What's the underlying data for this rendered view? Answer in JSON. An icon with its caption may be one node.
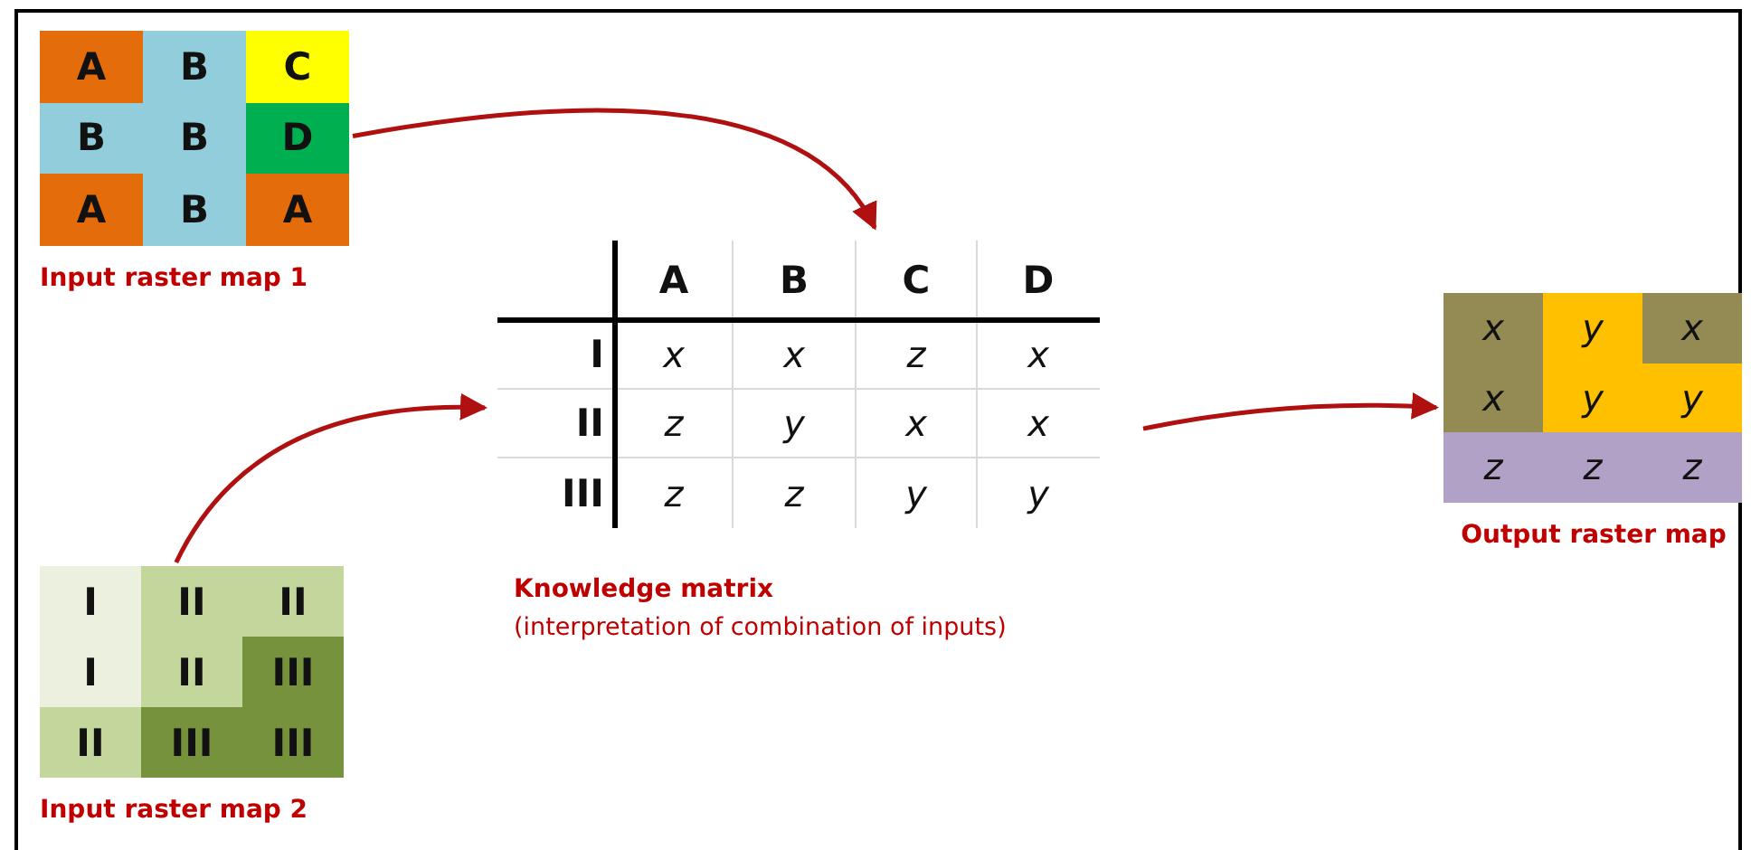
{
  "diagram": {
    "nodes": [
      {
        "text": [
          "A",
          "B",
          "C",
          "B",
          "B",
          "D",
          "A",
          "B",
          "A",
          "Input raster map 1"
        ]
      },
      {
        "text": [
          "I",
          "II",
          "II",
          "I",
          "II",
          "III",
          "II",
          "III",
          "III",
          "Input raster map 2"
        ]
      },
      {
        "text": [
          "A",
          "B",
          "C",
          "D",
          "I",
          "x",
          "x",
          "z",
          "x",
          "II",
          "z",
          "y",
          "x",
          "x",
          "III",
          "z",
          "z",
          "y",
          "y",
          "Knowledge matrix",
          "(interpretation of combination of inputs)"
        ]
      },
      {
        "text": [
          "x",
          "y",
          "x",
          "x",
          "y",
          "y",
          "z",
          "z",
          "z",
          "Output raster map"
        ]
      }
    ],
    "edges": [
      {
        "from": 0,
        "to": 2,
        "arrow": "to"
      },
      {
        "from": 1,
        "to": 2,
        "arrow": "to"
      },
      {
        "from": 2,
        "to": 3,
        "arrow": "to"
      }
    ]
  }
}
